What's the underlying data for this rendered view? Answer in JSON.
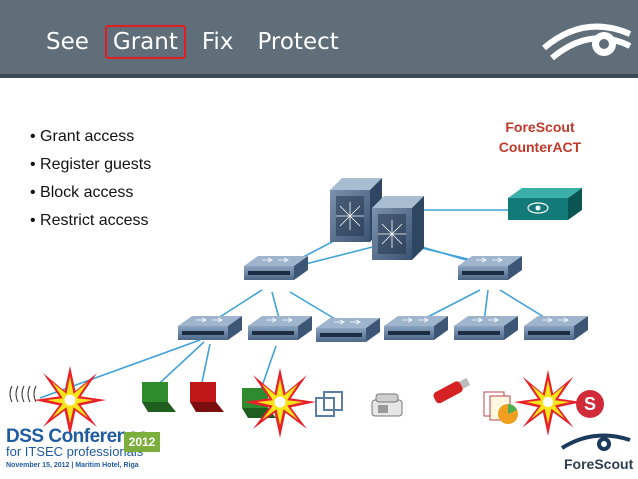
{
  "nav": {
    "items": [
      "See",
      "Grant",
      "Fix",
      "Protect"
    ],
    "active_index": 1
  },
  "bullets": [
    "Grant access",
    "Register guests",
    "Block access",
    "Restrict access"
  ],
  "product_label": {
    "line1": "ForeScout",
    "line2": "CounterACT"
  },
  "footer": {
    "conference_title": "DSS Conference",
    "conference_subtitle": "for ITSEC professionals",
    "conference_year": "2012",
    "conference_date": "November 15, 2012 | Maritim Hotel, Riga",
    "brand": "ForeScout"
  },
  "colors": {
    "header_bg": "#5f6e78",
    "highlight": "#e02020",
    "link_line": "#3fa2d8",
    "brand_red": "#c0392b"
  },
  "icons": {
    "core_switch": "core-switch-icon",
    "switch": "switch-icon",
    "appliance": "appliance-icon",
    "laptop": "laptop-icon",
    "phone": "phone-icon",
    "usb": "usb-stick-icon",
    "virtual": "virtual-machine-icon",
    "wireless": "wireless-icon",
    "blast": "blocked-burst-icon"
  }
}
